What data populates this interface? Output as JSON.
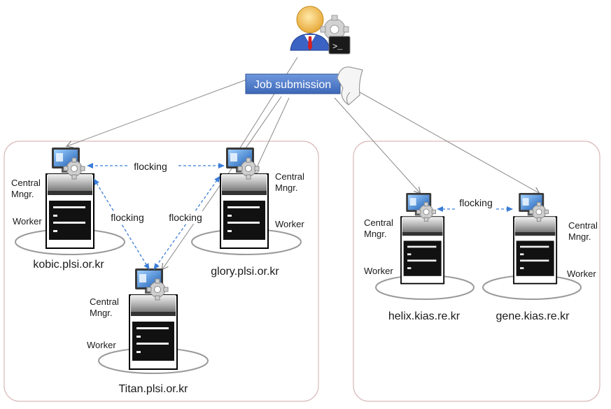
{
  "job_label": "Job submission",
  "clusters": [
    {
      "host": "kobic.plsi.or.kr",
      "mgr_label": [
        "Central",
        "Mngr."
      ],
      "worker_label": "Worker"
    },
    {
      "host": "glory.plsi.or.kr",
      "mgr_label": [
        "Central",
        "Mngr."
      ],
      "worker_label": "Worker"
    },
    {
      "host": "Titan.plsi.or.kr",
      "mgr_label": [
        "Central",
        "Mngr."
      ],
      "worker_label": "Worker"
    },
    {
      "host": "helix.kias.re.kr",
      "mgr_label": [
        "Central",
        "Mngr."
      ],
      "worker_label": "Worker"
    },
    {
      "host": "gene.kias.re.kr",
      "mgr_label": [
        "Central",
        "Mngr."
      ],
      "worker_label": "Worker"
    }
  ],
  "flocking_label": "flocking",
  "colors": {
    "job_box": "#4a78c8",
    "flock_arrow": "#3b7dd8",
    "submit_arrow": "#8a8a8a",
    "group_border": "#d9b9b9"
  },
  "icons": [
    "user-icon",
    "gear-icon",
    "terminal-icon",
    "scroll-icon",
    "monitor-icon",
    "server-rack-icon"
  ]
}
